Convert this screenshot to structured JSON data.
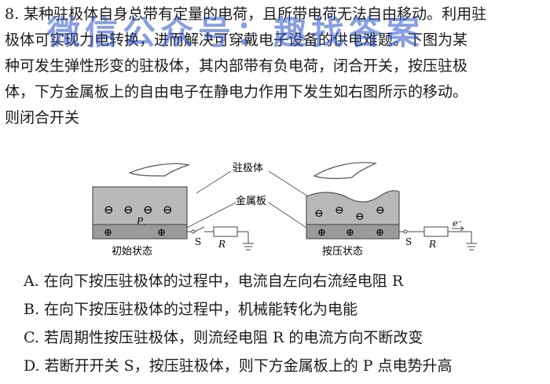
{
  "question": {
    "lines": [
      "8. 某种驻极体自身总带有定量的电荷，且所带电荷无法自由移动。利用驻",
      "极体可实现力电转换，进而解决可穿戴电子设备的供电难题。下图为某",
      "种可发生弹性形变的驻极体，其内部带有负电荷，闭合开关，按压驻极",
      "体，下方金属板上的自由电子在静电力作用下发生如右图所示的移动。",
      "则闭合开关"
    ]
  },
  "watermark": "微信公众号：趣找答案",
  "figure": {
    "label_electret": "驻极体",
    "label_metal": "金属板",
    "caption_left": "初始状态",
    "caption_right": "按压状态",
    "point_p": "P",
    "switch_s": "S",
    "resistor_r": "R",
    "electron": "e⁻",
    "minus": "⊖",
    "plus": "⊕"
  },
  "options": [
    "A. 在向下按压驻极体的过程中，电流自左向右流经电阻 R",
    "B. 在向下按压驻极体的过程中，机械能转化为电能",
    "C. 若周期性按压驻极体，则流经电阻 R 的电流方向不断改变",
    "D. 若断开开关 S，按压驻极体，则下方金属板上的 P 点电势升高"
  ]
}
